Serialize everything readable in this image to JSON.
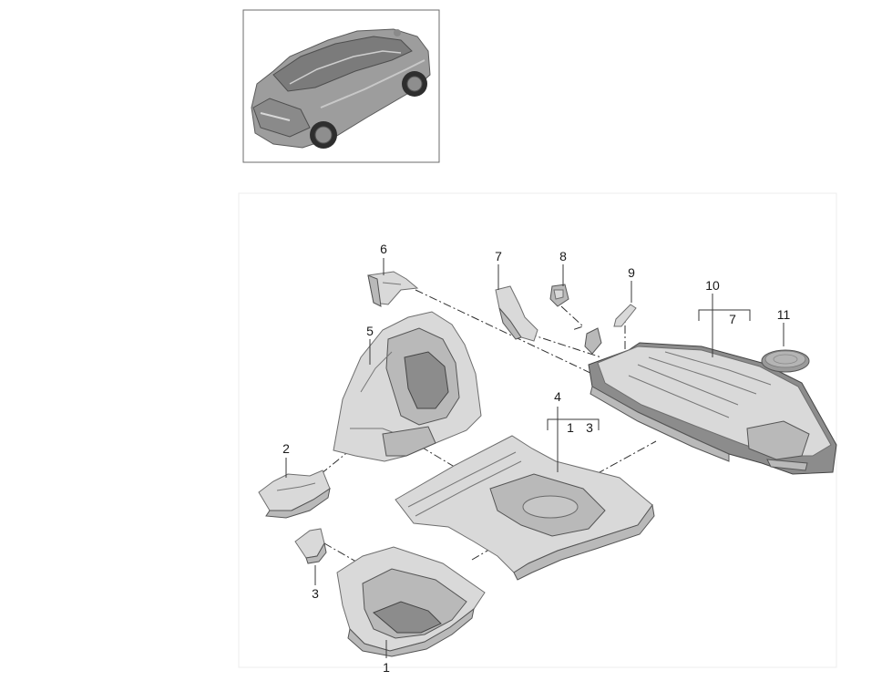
{
  "callouts": {
    "n1": "1",
    "n2": "2",
    "n3": "3",
    "n4": "4",
    "n4_sub_a": "1",
    "n4_sub_b": "3",
    "n5": "5",
    "n6": "6",
    "n7": "7",
    "n8": "8",
    "n9": "9",
    "n10": "10",
    "n10_sub": "7",
    "n11": "11"
  }
}
